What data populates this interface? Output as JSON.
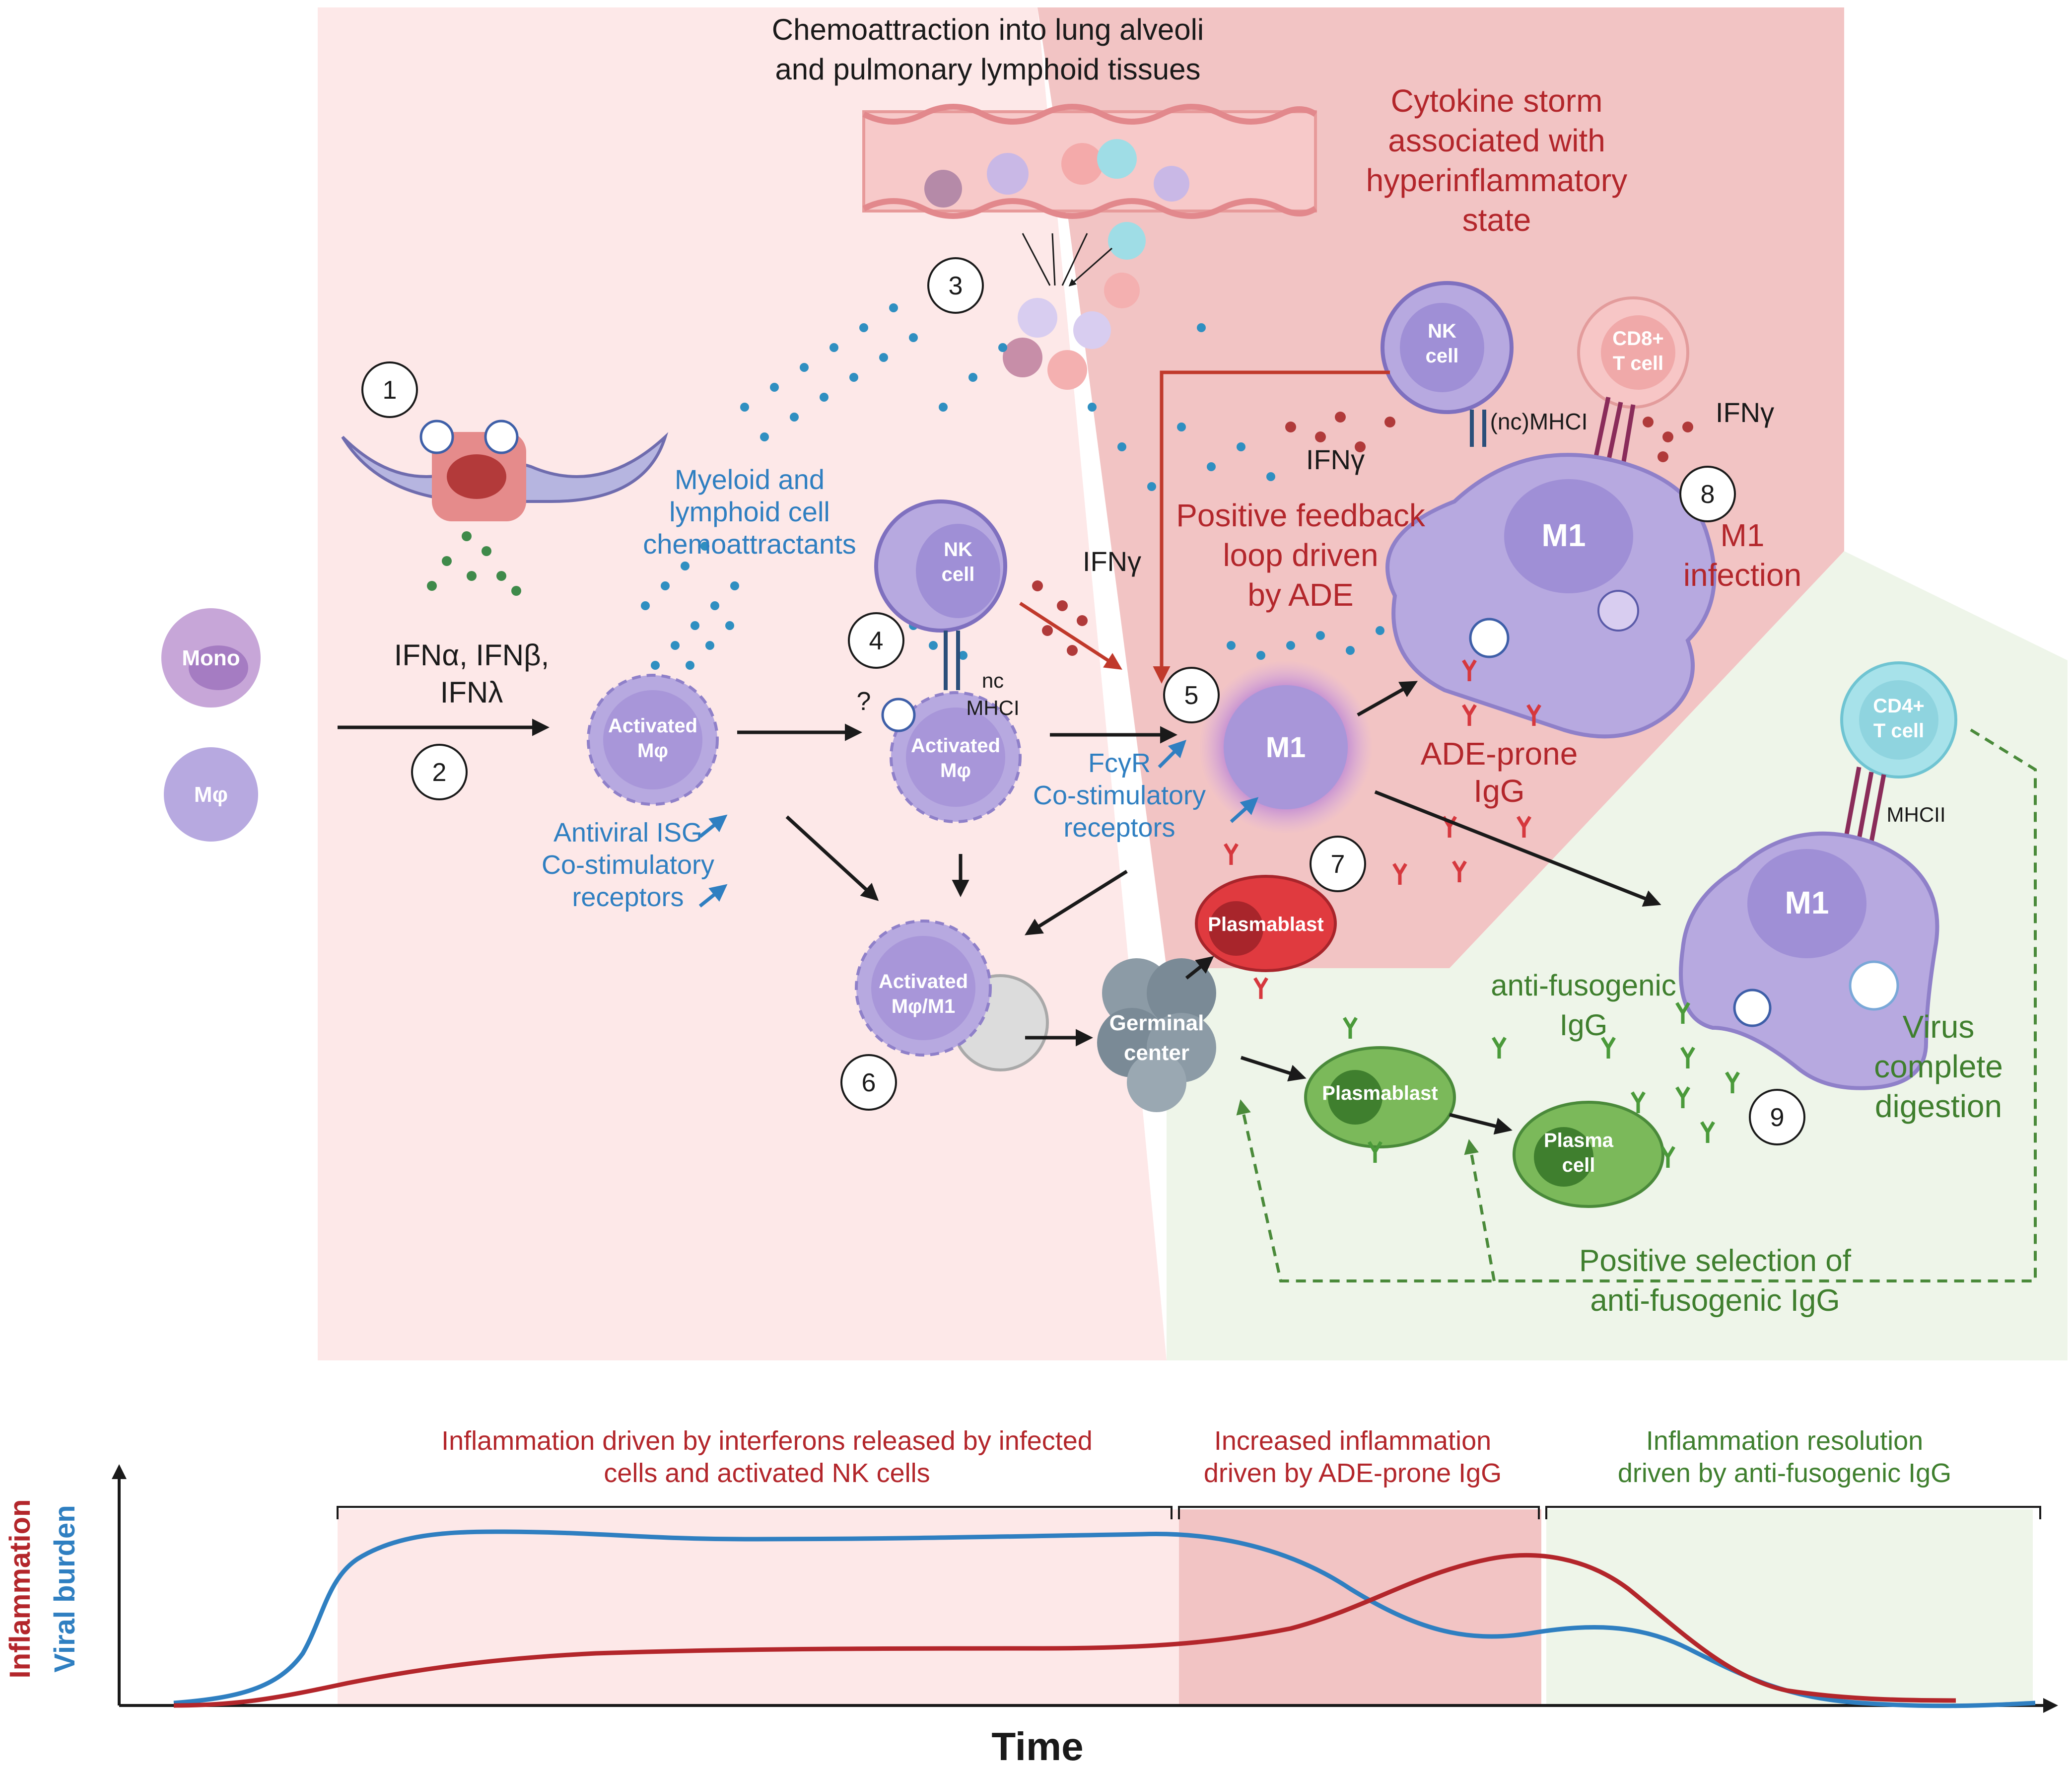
{
  "labels": {
    "chemo_title_1": "Chemoattraction into lung alveoli",
    "chemo_title_2": "and pulmonary lymphoid tissues",
    "storm_1": "Cytokine storm",
    "storm_2": "associated with",
    "storm_3": "hyperinflammatory",
    "storm_4": "state",
    "myeloid_1": "Myeloid and",
    "myeloid_2": "lymphoid cell",
    "myeloid_3": "chemoattractants",
    "ifn_1": "IFNα, IFNβ,",
    "ifn_2": "IFNλ",
    "antiviral_1": "Antiviral ISG",
    "antiviral_2": "Co-stimulatory",
    "antiviral_3": "receptors",
    "fcgr_1": "FcγR",
    "fcgr_2": "Co-stimulatory",
    "fcgr_3": "receptors",
    "ifng": "IFNγ",
    "nc": "nc",
    "mhci": "MHCI",
    "nc_mhci": "(nc)MHCI",
    "mhcii": "MHCII",
    "question": "?",
    "posfb_1": "Positive feedback",
    "posfb_2": "loop driven",
    "posfb_3": "by ADE",
    "m1_infection_1": "M1",
    "m1_infection_2": "infection",
    "ade_1": "ADE-prone",
    "ade_2": "IgG",
    "antifus_1": "anti-fusogenic",
    "antifus_2": "IgG",
    "virus_1": "Virus",
    "virus_2": "complete",
    "virus_3": "digestion",
    "possel_1": "Positive selection of",
    "possel_2": "anti-fusogenic IgG"
  },
  "cells": {
    "mono": "Mono",
    "mphi": "Mφ",
    "activated_mphi": "Activated Mφ",
    "activated_1": "Activated",
    "mphi_short": "Mφ",
    "activated_m1": "Mφ/M1",
    "nk_1": "NK",
    "nk_2": "cell",
    "cd8_1": "CD8+",
    "cd8_2": "T cell",
    "cd4_1": "CD4+",
    "cd4_2": "T cell",
    "m1": "M1",
    "plasmablast": "Plasmablast",
    "germinal_1": "Germinal",
    "germinal_2": "center",
    "plasma_1": "Plasma",
    "plasma_2": "cell"
  },
  "steps": [
    "1",
    "2",
    "3",
    "4",
    "5",
    "6",
    "7",
    "8",
    "9"
  ],
  "timeline": {
    "phase1_1": "Inflammation driven by interferons released by infected",
    "phase1_2": "cells and activated NK cells",
    "phase2_1": "Increased inflammation",
    "phase2_2": "driven by ADE-prone IgG",
    "phase3_1": "Inflammation resolution",
    "phase3_2": "driven by anti-fusogenic IgG",
    "ylabel_inflammation": "Inflammation",
    "ylabel_viral": "Viral burden",
    "xlabel": "Time"
  },
  "colors": {
    "pink_bg": "#fde8e8",
    "red_bg": "#f2c4c4",
    "green_bg": "#eef5e9",
    "blue_line": "#2f7fc1",
    "red_line": "#b3262b",
    "green_text": "#3f7f2e",
    "cell_purple": "#b7a9e0"
  }
}
